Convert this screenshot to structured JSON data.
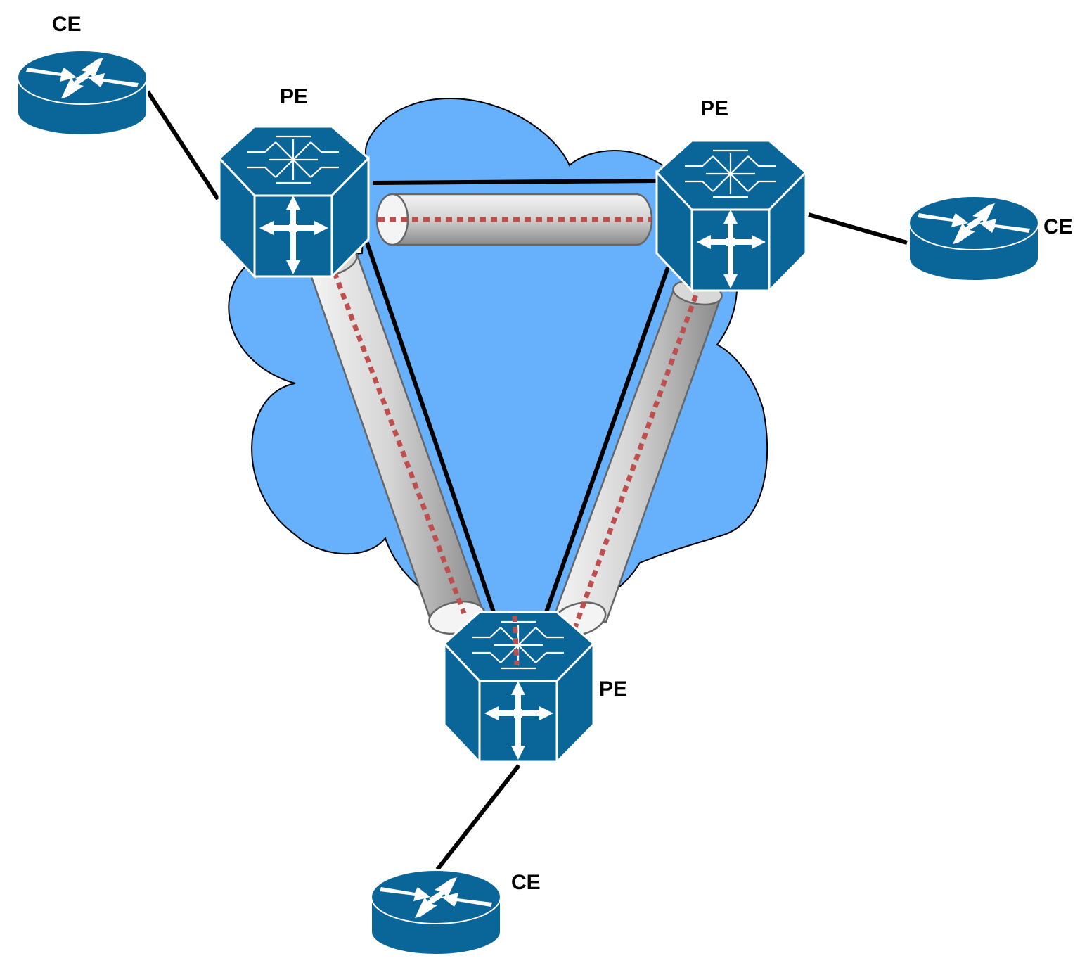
{
  "labels": {
    "ce_top_left": "CE",
    "ce_right": "CE",
    "ce_bottom": "CE",
    "pe_top_left": "PE",
    "pe_top_right": "PE",
    "pe_bottom": "PE"
  },
  "colors": {
    "cloud": "#66b0fc",
    "device": "#0a6599",
    "pseudowire": "#bf4f4f",
    "link": "#000000"
  },
  "icons": {
    "ce": "router-icon",
    "pe": "multilayer-switch-icon",
    "tunnel": "tunnel-pipe-icon"
  }
}
